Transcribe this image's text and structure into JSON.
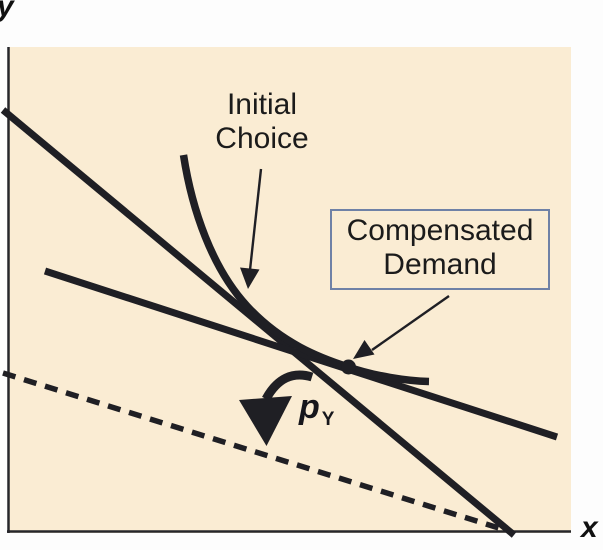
{
  "figure": {
    "title_context": "Indifference curve diagram with compensated demand",
    "axes": {
      "y_label": "y",
      "x_label": "x"
    },
    "annotations": {
      "initial_choice": {
        "line1": "Initial",
        "line2": "Choice"
      },
      "compensated_demand": {
        "line1": "Compensated",
        "line2": "Demand"
      },
      "price_arrow": {
        "symbol": "p",
        "subscript": "Y"
      }
    },
    "curves": {
      "initial_budget_line": "steep solid budget line",
      "compensated_budget_line": "flatter solid budget line",
      "new_budget_line": "dashed budget line",
      "indifference_curve": "convex indifference curve",
      "compensated_demand_point": "dot marking compensated demand"
    },
    "colors": {
      "plot_background": "#FAECD3",
      "page_background": "#FDFDFD",
      "line": "#1F1F24",
      "callout_border": "#6F81A6",
      "text": "#1B1B1B"
    }
  }
}
